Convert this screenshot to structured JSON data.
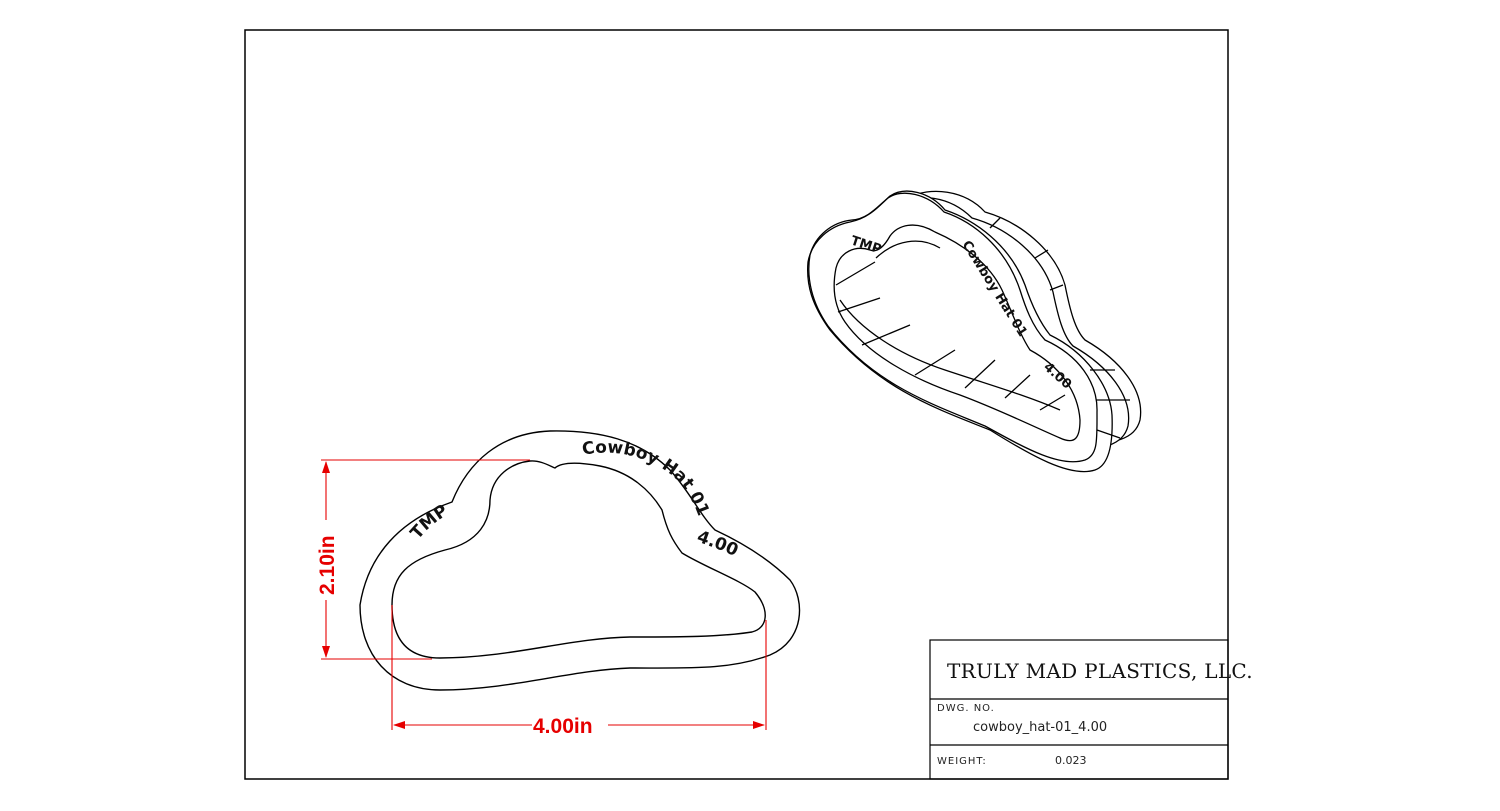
{
  "title_block": {
    "company": "TRULY MAD PLASTICS, LLC.",
    "dwg_no_label": "DWG. NO.",
    "dwg_no": "cowboy_hat-01_4.00",
    "weight_label": "WEIGHT:",
    "weight": "0.023"
  },
  "dimensions": {
    "width_label": "4.00in",
    "height_label": "2.10in",
    "color": "#e60000"
  },
  "cutter_text": {
    "name": "Cowboy Hat 01",
    "brand": "TMP",
    "size": "4.00"
  }
}
